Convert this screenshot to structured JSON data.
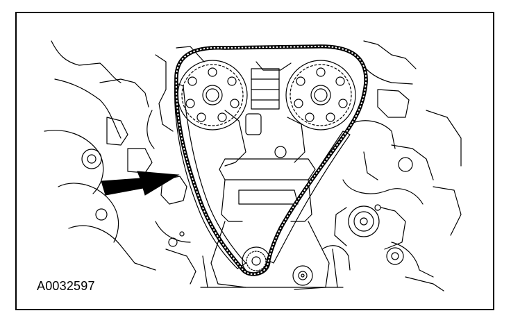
{
  "figure": {
    "id_label": "A0032597",
    "colors": {
      "line": "#000000",
      "background": "#ffffff"
    },
    "components": [
      "timing-chain",
      "left-camshaft-sprocket",
      "right-camshaft-sprocket",
      "crankshaft-sprocket",
      "chain-tensioner-arm",
      "chain-guide",
      "pointer-arrow"
    ]
  }
}
